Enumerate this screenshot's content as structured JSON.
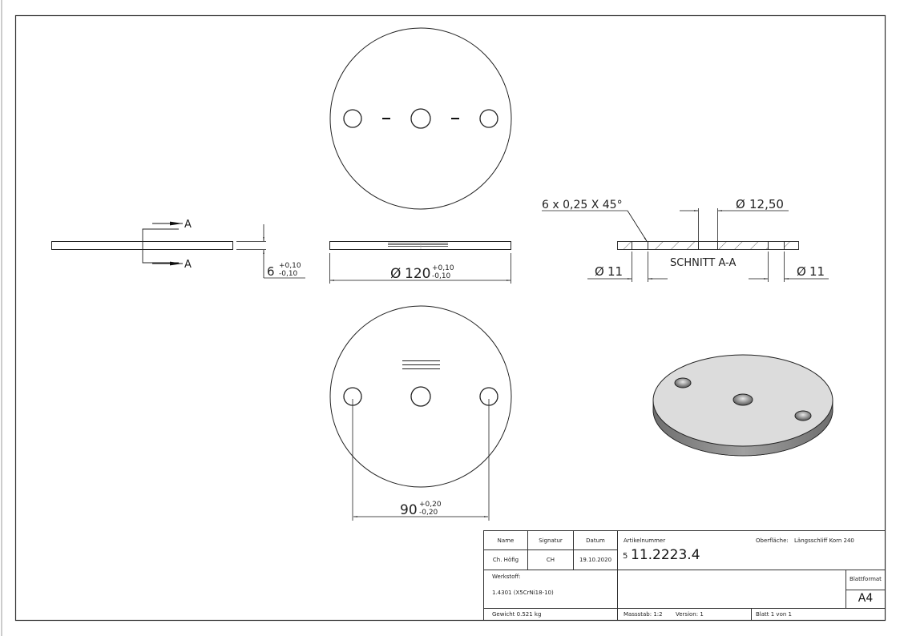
{
  "drawing": {
    "type": "technical-drawing",
    "part": "Round base plate with 3 holes",
    "views": {
      "side_view": {
        "section_marker": "A",
        "thickness_dim": {
          "value": "6",
          "tol_plus": "+0,10",
          "tol_minus": "-0,10"
        }
      },
      "front_edge_view": {
        "diameter_dim": {
          "symbol": "Ø",
          "value": "120",
          "tol_plus": "+0,10",
          "tol_minus": "-0,10"
        }
      },
      "section_view": {
        "title": "SCHNITT A-A",
        "chamfer_note": "6 x 0,25 X 45°",
        "center_hole_dim": {
          "symbol": "Ø",
          "value": "12,50"
        },
        "left_hole_dim": {
          "symbol": "Ø",
          "value": "11"
        },
        "right_hole_dim": {
          "symbol": "Ø",
          "value": "11"
        }
      },
      "bottom_view": {
        "hole_spacing_dim": {
          "value": "90",
          "tol_plus": "+0,20",
          "tol_minus": "-0,20"
        }
      },
      "iso_view": {
        "label": ""
      }
    }
  },
  "title_block": {
    "headers": {
      "name": "Name",
      "signatur": "Signatur",
      "datum": "Datum"
    },
    "values": {
      "name": "Ch. Höfig",
      "signatur": "CH",
      "datum": "19.10.2020"
    },
    "artikelnummer_label": "Artikelnummer",
    "artikelnummer_prefix": "5",
    "artikelnummer": "11.2223.4",
    "oberflaeche_label": "Oberfläche:",
    "oberflaeche_value": "Längsschliff Korn 240",
    "werkstoff_label": "Werkstoff:",
    "werkstoff_value": "1.4301 (X5CrNi18-10)",
    "blattformat_label": "Blattformat",
    "blattformat_value": "A4",
    "gewicht": "Gewicht 0.521 kg",
    "massstab": "Massstab: 1:2",
    "version": "Version: 1",
    "blatt": "Blatt 1 von 1"
  },
  "colors": {
    "line": "#222222",
    "frame": "#333333",
    "iso_top": "#dcdcdc",
    "iso_side": "#8a8a8a"
  }
}
